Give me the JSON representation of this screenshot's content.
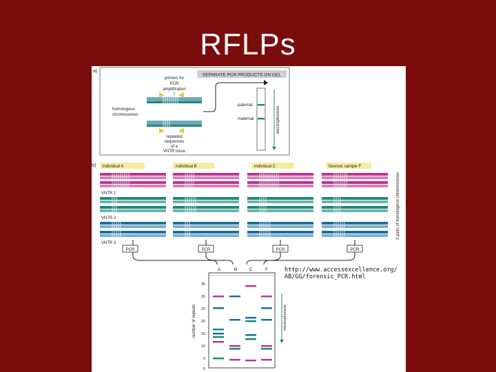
{
  "slide": {
    "title": "RFLPs"
  },
  "panel_a": {
    "letter": "a)",
    "header": "SEPARATE PCR PRODUCTS ON GEL",
    "primers_label": [
      "primers for",
      "PCR",
      "amplification"
    ],
    "homologous_label": [
      "homologous",
      "chromosomes"
    ],
    "repeated_label": [
      "repeated",
      "sequences",
      "of a",
      "VNTR locus"
    ],
    "paternal": "paternal",
    "maternal": "maternal",
    "electrophoresis": "electrophoresis"
  },
  "panel_b": {
    "letter": "b)",
    "individuals": [
      "individual A",
      "individual B",
      "individual C",
      "forensic sample F"
    ],
    "loci": [
      "VNTR 1",
      "VNTR 2",
      "VNTR 3"
    ],
    "side_label": "3 pairs of homologous chromosomes",
    "pcr": "PCR",
    "lanes": [
      "A",
      "B",
      "C",
      "F"
    ],
    "url": "http://www.accessexcellence.org/\nAB/GG/forensic_PCR.html",
    "gel_ylabel": "number of repeats",
    "gel_electrophoresis": "electrophoresis",
    "gel_ticks": [
      "35",
      "30",
      "25",
      "20",
      "15",
      "10",
      "5",
      "0"
    ]
  },
  "colors": {
    "background": "#7a0c0c",
    "magenta": "#c0328f",
    "blue": "#1f6f9e",
    "teal": "#1d8a7a",
    "highlight": "#f4eea0"
  }
}
